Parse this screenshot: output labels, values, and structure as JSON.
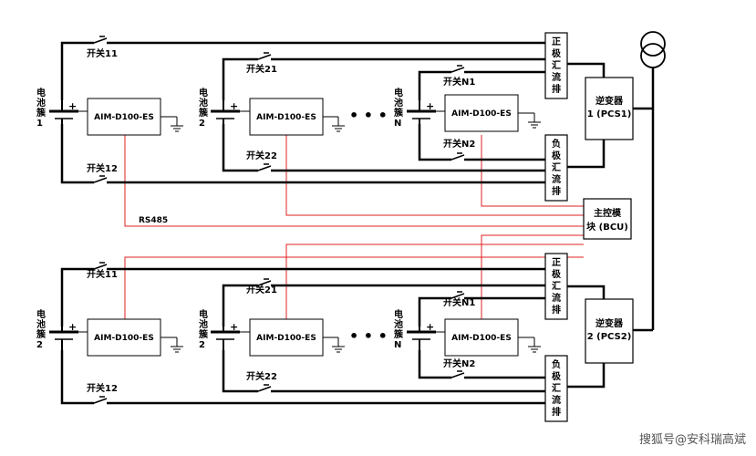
{
  "bus_colors": {
    "power": "#000000",
    "comm": "#e02020"
  },
  "groups": [
    {
      "stacks": [
        {
          "label": "电\n池\n簇\n1",
          "module": "AIM-D100-ES",
          "sw_top": "开关11",
          "sw_bottom": "开关12"
        },
        {
          "label": "电\n池\n簇\n2",
          "module": "AIM-D100-ES",
          "sw_top": "开关21",
          "sw_bottom": "开关22"
        },
        {
          "label": "电\n池\n簇\nN",
          "module": "AIM-D100-ES",
          "sw_top": "开关N1",
          "sw_bottom": "开关N2"
        }
      ],
      "bus_pos": "正\n极\n汇\n流\n排",
      "bus_neg": "负\n极\n汇\n流\n排",
      "pcs": "逆变器\n1 (PCS1)"
    },
    {
      "stacks": [
        {
          "label": "电\n池\n簇\n2",
          "module": "AIM-D100-ES",
          "sw_top": "开关11",
          "sw_bottom": "开关12"
        },
        {
          "label": "电\n池\n簇\n2",
          "module": "AIM-D100-ES",
          "sw_top": "开关21",
          "sw_bottom": "开关22"
        },
        {
          "label": "电\n池\n簇\nN",
          "module": "AIM-D100-ES",
          "sw_top": "开关N1",
          "sw_bottom": "开关N2"
        }
      ],
      "bus_pos": "正\n极\n汇\n流\n排",
      "bus_neg": "负\n极\n汇\n流\n排",
      "pcs": "逆变器\n2 (PCS2)"
    }
  ],
  "ellipsis": "• • •",
  "bcu": "主控模\n块 (BCU)",
  "rs485": "RS485",
  "watermark": "搜狐号@安科瑞高斌"
}
